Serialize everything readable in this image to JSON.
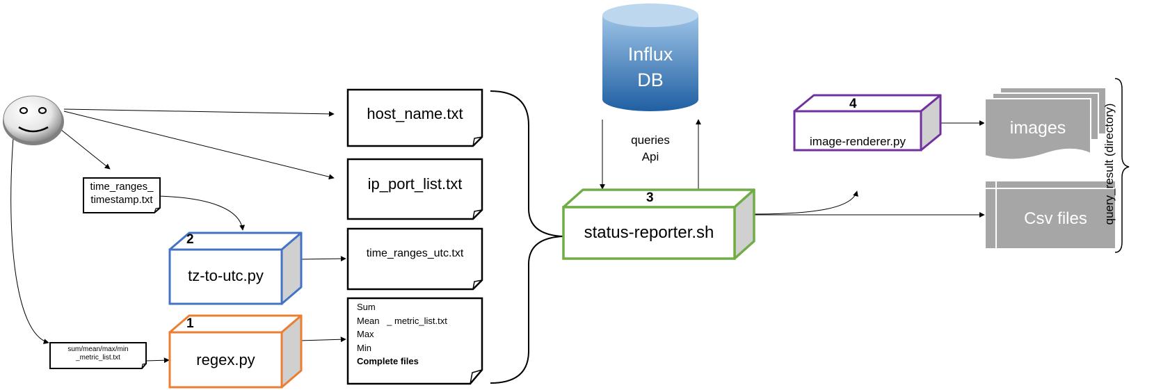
{
  "files": {
    "host_name": "host_name.txt",
    "ip_port_list": "ip_port_list.txt",
    "time_ranges_utc": "time_ranges_utc.txt",
    "metric_list": {
      "sum": "Sum",
      "mean": "Mean",
      "suffix": "_ metric_list.txt",
      "max": "Max",
      "min": "Min",
      "complete": "Complete files"
    },
    "time_ranges_timestamp_line1": "time_ranges_",
    "time_ranges_timestamp_line2": "timestamp.txt",
    "metric_input_line1": "sum/mean/max/min",
    "metric_input_line2": "_metric_list.txt"
  },
  "scripts": {
    "tz_to_utc": {
      "number": "2",
      "label": "tz-to-utc.py",
      "color": "#4472c4"
    },
    "regex": {
      "number": "1",
      "label": "regex.py",
      "color": "#ed7d31"
    },
    "status_reporter": {
      "number": "3",
      "label": "status-reporter.sh",
      "color": "#70ad47"
    },
    "image_renderer": {
      "number": "4",
      "label": "image-renderer.py",
      "color": "#7030a0"
    }
  },
  "database": {
    "line1": "Influx",
    "line2": "DB",
    "color": "#2e75b6"
  },
  "api_labels": {
    "line1": "queries",
    "line2": "Api"
  },
  "outputs": {
    "images": "images",
    "csv": "Csv files",
    "color": "#a6a6a6"
  },
  "directory_label": "query_result (directory)",
  "icons": {
    "user": "smiley-face-icon"
  }
}
